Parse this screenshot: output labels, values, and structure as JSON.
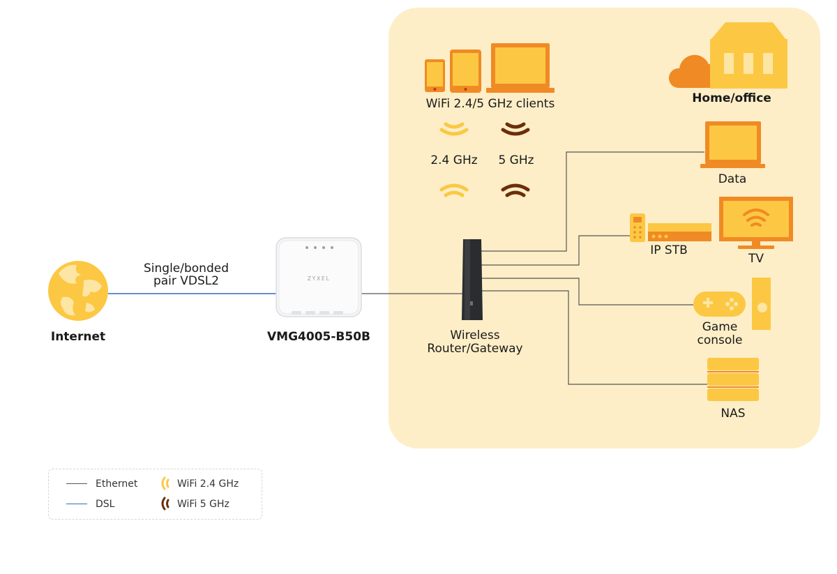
{
  "nodes": {
    "internet": "Internet",
    "dsl_link": [
      "Single/bonded",
      "pair VDSL2"
    ],
    "modem": "VMG4005-B50B",
    "modem_brand": "ZYXEL",
    "router": [
      "Wireless",
      "Router/Gateway"
    ],
    "clients": "WiFi 2.4/5 GHz clients",
    "band_24": "2.4 GHz",
    "band_5": "5 GHz",
    "home": "Home/office",
    "data": "Data",
    "ip_stb": "IP STB",
    "tv": "TV",
    "game": [
      "Game",
      "console"
    ],
    "nas": "NAS"
  },
  "legend": {
    "ethernet": "Ethernet",
    "dsl": "DSL",
    "wifi24": "WiFi 2.4 GHz",
    "wifi5": "WiFi 5 GHz"
  },
  "colors": {
    "area_bg": "#fdeec7",
    "device_yellow": "#fcc843",
    "device_orange": "#f08a24",
    "wifi_24": "#fcc843",
    "wifi_5": "#6a2f0a",
    "ethernet_line": "#555555",
    "dsl_line": "#2f6fbf"
  },
  "icons": [
    "globe-icon",
    "modem-icon",
    "router-icon",
    "phone-icon",
    "tablet-icon",
    "laptop-icon",
    "cloud-icon",
    "building-icon",
    "wifi-icon",
    "set-top-box-icon",
    "remote-icon",
    "tv-icon",
    "gamepad-icon",
    "console-icon",
    "server-icon"
  ]
}
